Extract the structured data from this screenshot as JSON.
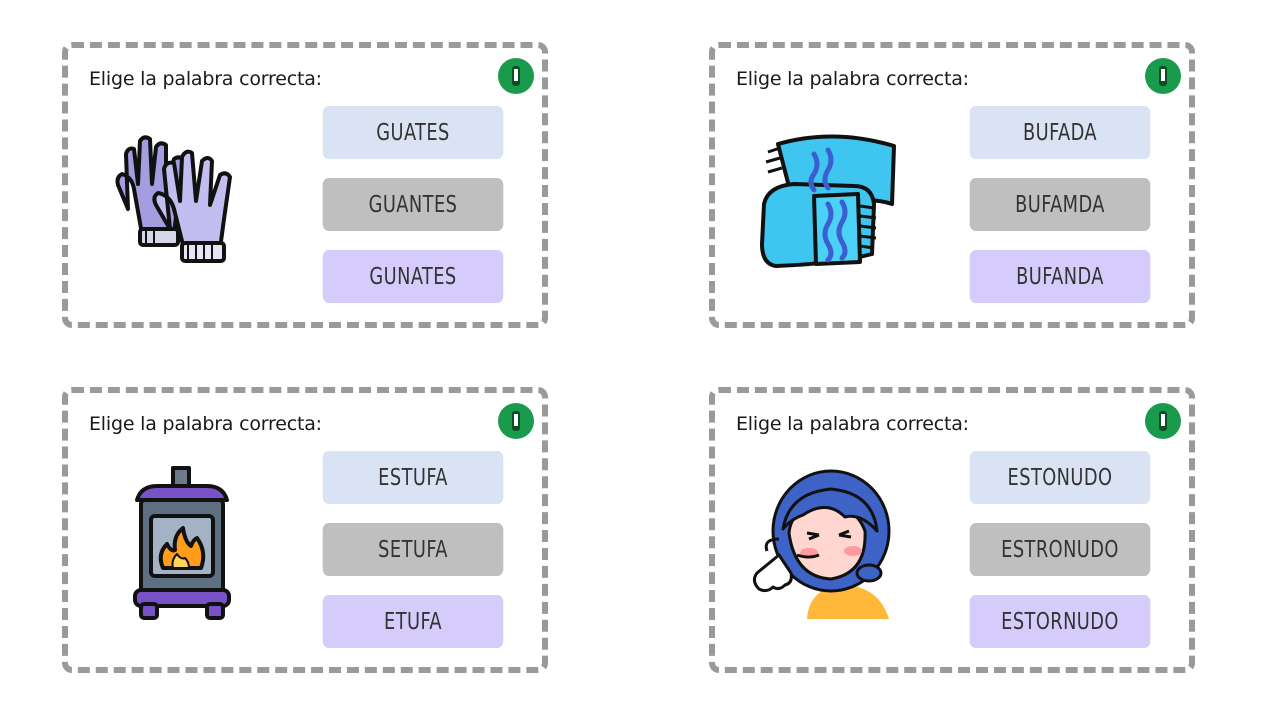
{
  "colors": {
    "option_1_bg": "#dae3f3",
    "option_2_bg": "#bfbfbf",
    "option_3_bg": "#d5ccfc",
    "dashed_border": "#9a9a9a",
    "logo_bg": "#1a9a4c"
  },
  "cards": [
    {
      "title": "Elige la palabra correcta:",
      "picture_icon": "gloves-icon",
      "options": [
        "GUATES",
        "GUANTES",
        "GUNATES"
      ]
    },
    {
      "title": "Elige la palabra correcta:",
      "picture_icon": "scarf-icon",
      "options": [
        "BUFADA",
        "BUFAMDA",
        "BUFANDA"
      ]
    },
    {
      "title": "Elige la palabra correcta:",
      "picture_icon": "stove-icon",
      "options": [
        "ESTUFA",
        "SETUFA",
        "ETUFA"
      ]
    },
    {
      "title": "Elige la palabra correcta:",
      "picture_icon": "sneeze-icon",
      "options": [
        "ESTONUDO",
        "ESTRONUDO",
        "ESTORNUDO"
      ]
    }
  ]
}
